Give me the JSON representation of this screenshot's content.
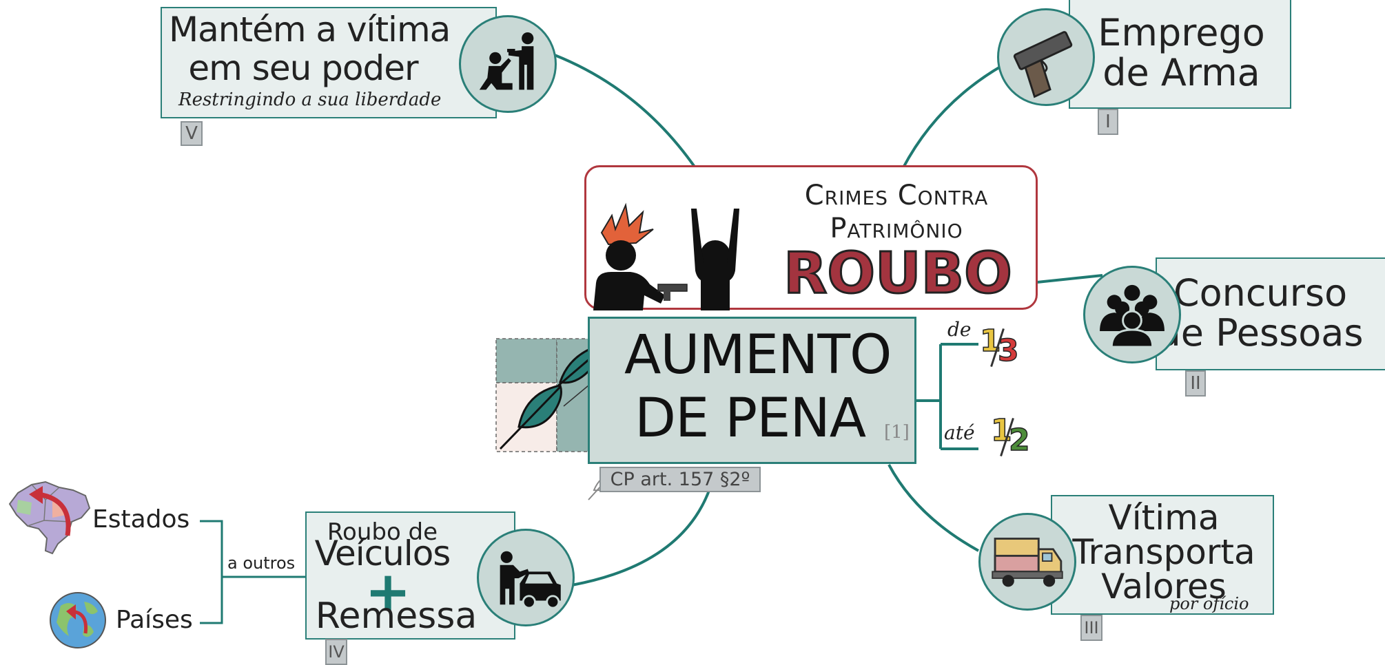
{
  "center": {
    "heading_line1": "Crimes Contra",
    "heading_line2": "Patrimônio",
    "crime": "ROUBO",
    "main_line1": "AUMENTO",
    "main_line2": "DE PENA",
    "footnote": "[1]",
    "legal_ref": "CP art. 157 §2º"
  },
  "fraction": {
    "de_label": "de",
    "min_num": "1",
    "min_den": "3",
    "ate_label": "até",
    "max_num": "1",
    "max_den": "2"
  },
  "branches": [
    {
      "id": "I",
      "line1": "Emprego",
      "line2": "de Arma",
      "icon": "pistol-icon"
    },
    {
      "id": "II",
      "line1": "Concurso",
      "line2": "de Pessoas",
      "icon": "group-icon"
    },
    {
      "id": "III",
      "line1": "Vítima",
      "line2": "Transporta",
      "line3": "Valores",
      "note": "por ofício",
      "icon": "truck-icon"
    },
    {
      "id": "IV",
      "line1": "Roubo de",
      "line2": "Veículos",
      "plus": "+",
      "line3": "Remessa",
      "icon": "car-robbery-icon"
    },
    {
      "id": "V",
      "line1": "Mantém a vítima",
      "line2": "em seu poder",
      "note": "Restringindo a sua liberdade",
      "icon": "hostage-icon"
    }
  ],
  "remessa": {
    "option1": "Estados",
    "option2": "Países",
    "connector_label": "a outros"
  },
  "colors": {
    "teal": "#2a7f78",
    "crime_red": "#a3343f",
    "box_fill": "#e8efee",
    "tag_gray": "#c4c9cb"
  }
}
